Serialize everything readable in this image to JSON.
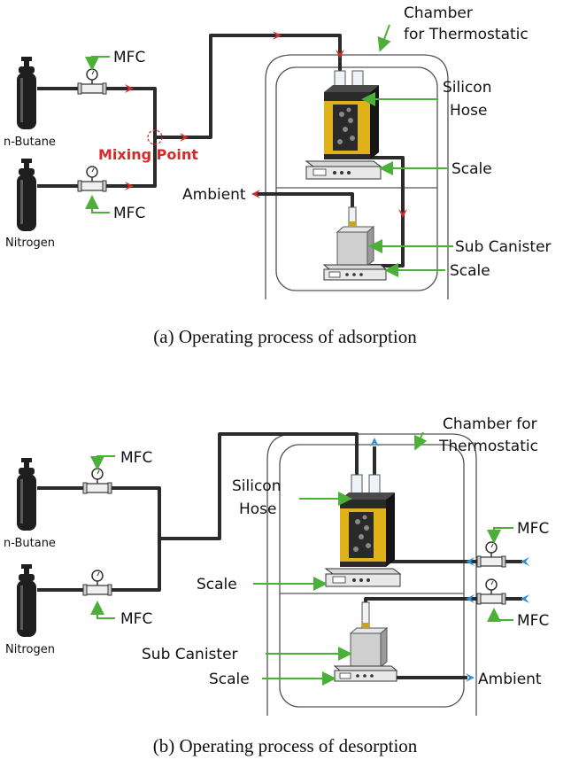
{
  "colors": {
    "pipe": "#2b2b2b",
    "flow_arrow_adsorption": "#d52a2a",
    "flow_arrow_desorption": "#2f8fd6",
    "leader_line": "#4caf3a",
    "mixing_label": "#d52a2a",
    "cylinder": "#1e1e1e",
    "canister_accent": "#e0b21a"
  },
  "adsorption": {
    "chamber_label_line1": "Chamber",
    "chamber_label_line2": "for Thermostatic",
    "mfc_top": "MFC",
    "mfc_bottom": "MFC",
    "gas_top": "n-Butane",
    "gas_bottom": "Nitrogen",
    "mixing_point": "Mixing Point",
    "hose_line1": "Silicon",
    "hose_line2": "Hose",
    "scale_main": "Scale",
    "ambient": "Ambient",
    "sub_canister": "Sub Canister",
    "scale_sub": "Scale",
    "caption": "(a) Operating process of adsorption"
  },
  "desorption": {
    "chamber_label_line1": "Chamber for",
    "chamber_label_line2": "Thermostatic",
    "mfc_top": "MFC",
    "mfc_bottom": "MFC",
    "gas_top": "n-Butane",
    "gas_bottom": "Nitrogen",
    "hose_line1": "Silicon",
    "hose_line2": "Hose",
    "scale_main": "Scale",
    "mfc_right_top": "MFC",
    "mfc_right_bottom": "MFC",
    "sub_canister": "Sub Canister",
    "scale_sub": "Scale",
    "ambient": "Ambient",
    "caption": "(b) Operating process of desorption"
  }
}
